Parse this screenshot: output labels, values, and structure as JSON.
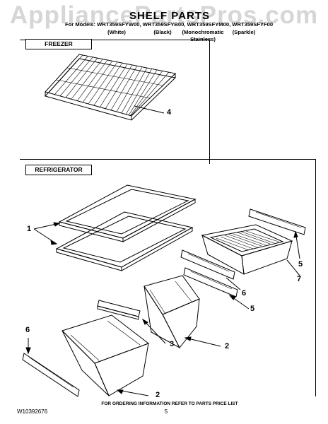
{
  "watermark": "AppliancePartsPros.com",
  "header": {
    "title": "SHELF PARTS",
    "models_line": "For Models: WRT359SFYW00, WRT359SFYB00, WRT359SFYM00, WRT359SFYF00",
    "variants": [
      "(White)",
      "(Black)",
      "(Monochromatic Stainless)",
      "(Sparkle)"
    ]
  },
  "sections": {
    "freezer": "FREEZER",
    "refrigerator": "REFRIGERATOR"
  },
  "callouts": {
    "freezer_shelf": "4",
    "glass_shelves": "1",
    "crisper_top_right": "5",
    "crisper_right": "7",
    "rail_upper": "6",
    "rail_lower": "5",
    "drawer_mid": "2",
    "cover": "3",
    "rail_left": "6",
    "drawer_bottom": "2"
  },
  "footer": {
    "doc_number": "W10392676",
    "notice": "FOR ORDERING INFORMATION REFER TO PARTS PRICE LIST",
    "page": "5"
  }
}
